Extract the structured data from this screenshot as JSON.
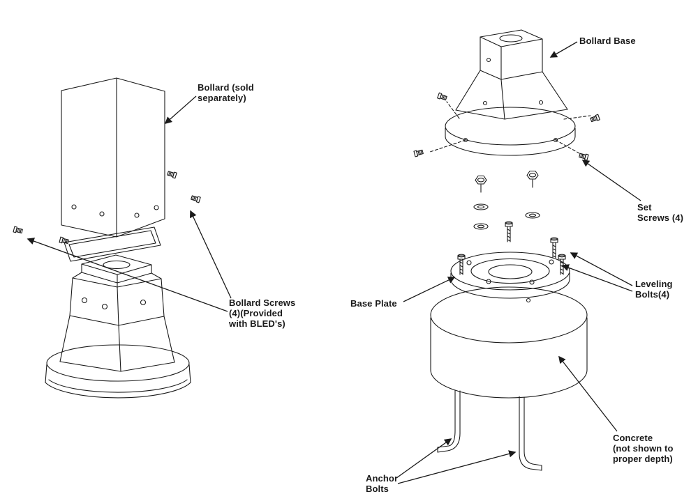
{
  "colors": {
    "line": "#1a1a1a",
    "background": "#ffffff"
  },
  "labels": {
    "bollard": "Bollard (sold\nseparately)",
    "bollard_screws": "Bollard Screws\n(4)(Provided\nwith BLED's)",
    "bollard_base": "Bollard Base",
    "set_screws": "Set\nScrews (4)",
    "base_plate": "Base Plate",
    "leveling_bolts": "Leveling\nBolts(4)",
    "concrete": "Concrete\n(not shown to\nproper depth)",
    "anchor_bolts": "Anchor\nBolts"
  }
}
